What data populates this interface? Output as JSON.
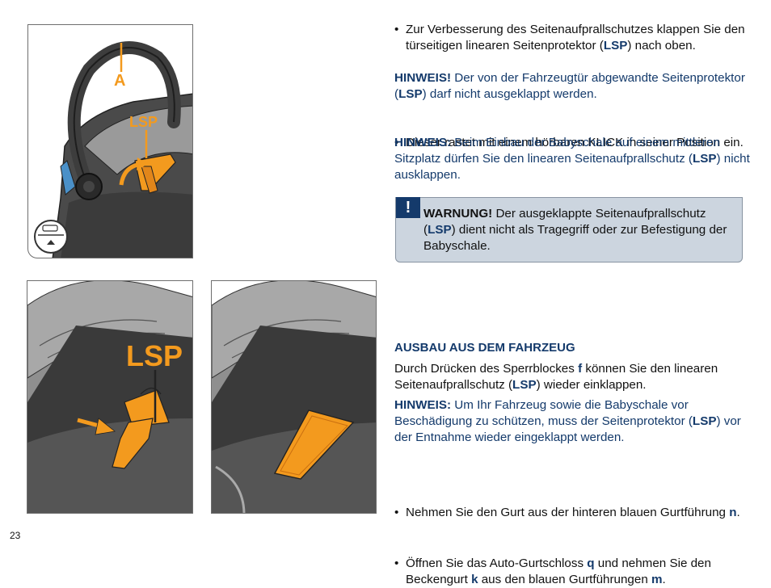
{
  "figures": {
    "fig1": {
      "label_a": "A",
      "label_lsp": "LSP"
    },
    "fig2": {
      "label_lsp": "LSP"
    }
  },
  "colors": {
    "accent_orange": "#f39a1e",
    "navy": "#143a6b",
    "warning_bg": "#ccd5df"
  },
  "icons": [
    "car-seat-orientation-icon",
    "warning-exclamation-icon"
  ],
  "top_section": {
    "bullet1": {
      "pre": "Zur Verbesserung des Seitenaufprallschutzes klappen Sie den türseitigen linearen Seitenprotektor (",
      "lsp": "LSP",
      "post": ") nach oben."
    },
    "note1": {
      "label": "HINWEIS!",
      "pre": " Der von der Fahrzeugtür abgewandte Seitenprotektor (",
      "lsp": "LSP",
      "post": ") darf nicht ausgeklappt werden."
    },
    "bullet2": {
      "text": "Dieser rastet mit einem hörbaren KLICK in seiner Position ein."
    },
    "note2": {
      "label": "HINWEIS:",
      "pre": " Beim Einbau der Babyschale auf einem mittleren Sitzplatz dürfen Sie den linearen Seitenaufprallschutz (",
      "lsp": "LSP",
      "post": ") nicht ausklappen."
    }
  },
  "warning": {
    "flag": "!",
    "label": "WARNUNG!",
    "pre": " Der ausgeklappte Seitenaufprallschutz (",
    "lsp": "LSP",
    "post": ") dient nicht als Tragegriff oder zur Befestigung der Babyschale."
  },
  "bottom_section": {
    "heading": "AUSBAU AUS DEM FAHRZEUG",
    "para": {
      "pre": "Durch Drücken des Sperrblockes ",
      "f": "f",
      "mid": " können Sie den linearen Seitenaufprallschutz (",
      "lsp": "LSP",
      "post": ") wieder einklappen."
    },
    "note3": {
      "label": "HINWEIS:",
      "pre": " Um Ihr Fahrzeug sowie die Babyschale vor Beschädigung zu schützen, muss der Seitenprotektor (",
      "lsp": "LSP",
      "post": ") vor der Entnahme wieder eingeklappt werden."
    },
    "bullet3": {
      "pre": "Nehmen Sie den Gurt aus der hinteren blauen Gurtführung ",
      "n": "n",
      "post": "."
    },
    "bullet4": {
      "pre": "Öffnen Sie das Auto-Gurtschloss ",
      "q": "q",
      "mid": " und nehmen Sie den Beckengurt ",
      "k": "k",
      "mid2": " aus den blauen Gurtführungen ",
      "m": "m",
      "post": "."
    }
  },
  "page_number": "23"
}
